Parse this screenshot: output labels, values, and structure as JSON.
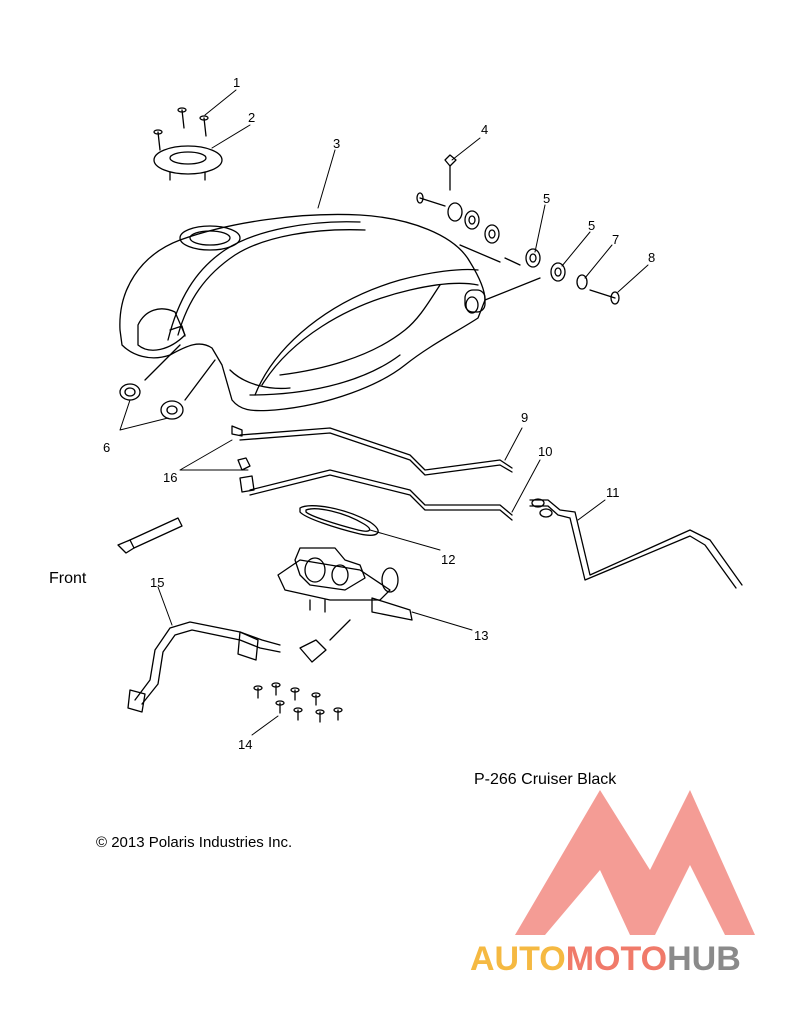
{
  "callouts": [
    {
      "id": "1",
      "text": "1"
    },
    {
      "id": "2",
      "text": "2"
    },
    {
      "id": "3",
      "text": "3"
    },
    {
      "id": "4",
      "text": "4"
    },
    {
      "id": "5a",
      "text": "5"
    },
    {
      "id": "5b",
      "text": "5"
    },
    {
      "id": "6",
      "text": "6"
    },
    {
      "id": "7",
      "text": "7"
    },
    {
      "id": "8",
      "text": "8"
    },
    {
      "id": "9",
      "text": "9"
    },
    {
      "id": "10",
      "text": "10"
    },
    {
      "id": "11",
      "text": "11"
    },
    {
      "id": "12",
      "text": "12"
    },
    {
      "id": "13",
      "text": "13"
    },
    {
      "id": "14",
      "text": "14"
    },
    {
      "id": "15",
      "text": "15"
    },
    {
      "id": "16",
      "text": "16"
    }
  ],
  "front_label": "Front",
  "diagram_code": "P-266  Cruiser Black",
  "copyright": "© 2013 Polaris Industries Inc.",
  "watermark": {
    "part1": "AUTO",
    "part2": "MOTO",
    "part3": "HUB",
    "colors": {
      "auto": "#f5b942",
      "moto": "#f07a6a",
      "hub": "#8a8a8a",
      "logo": "#f28b82"
    }
  }
}
